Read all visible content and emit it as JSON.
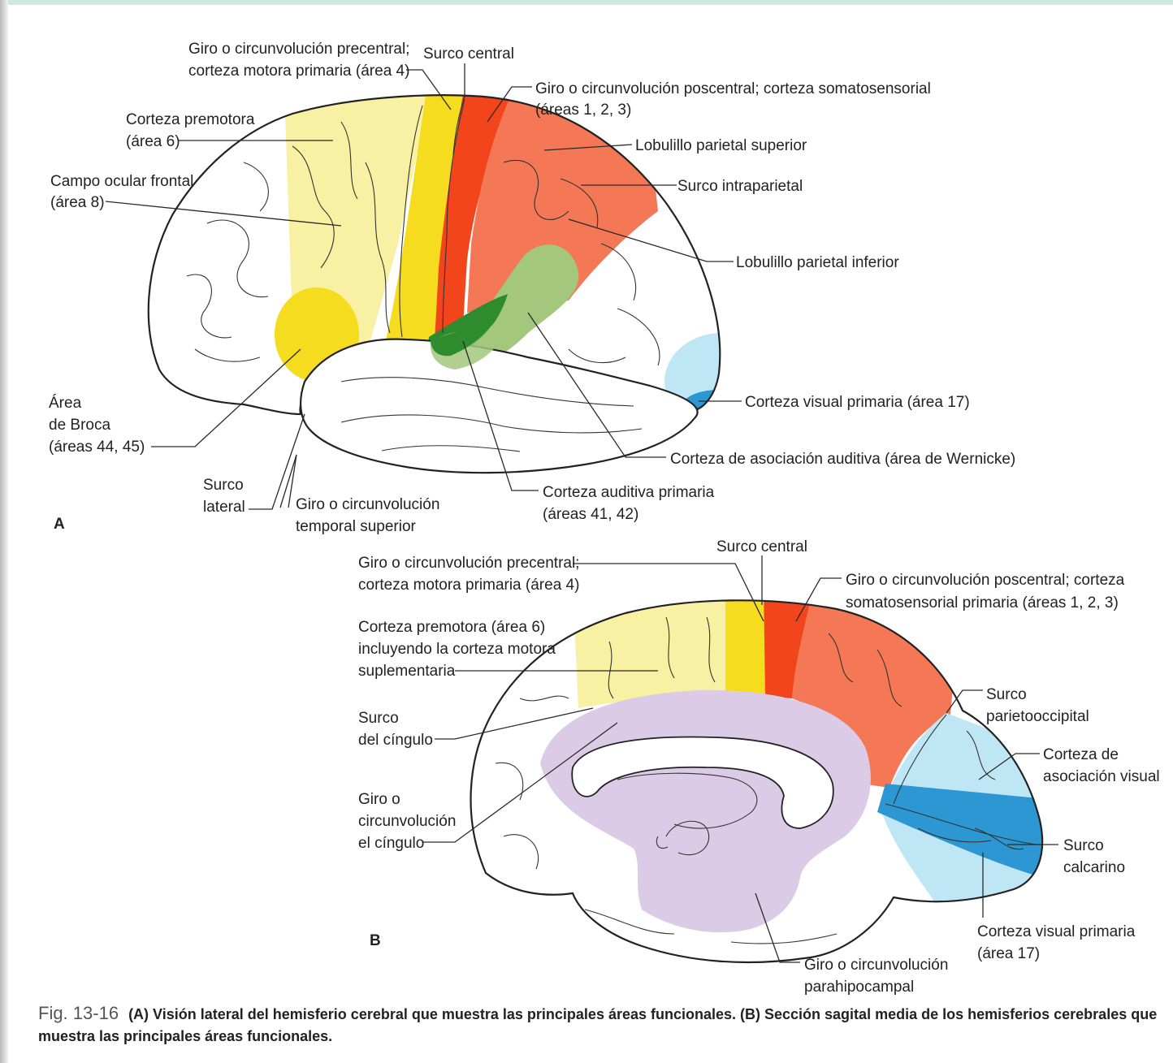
{
  "panel_a": {
    "letter": "A",
    "labels": {
      "precentral_1": "Giro o circunvolución precentral;",
      "precentral_2": "corteza motora primaria (área 4)",
      "central_sulcus": "Surco central",
      "postcentral_1": "Giro o circunvolución poscentral; corteza somatosensorial",
      "postcentral_2": "(áreas 1, 2, 3)",
      "premotor_1": "Corteza premotora",
      "premotor_2": "(área 6)",
      "superior_parietal": "Lobulillo parietal superior",
      "intraparietal": "Surco intraparietal",
      "frontal_eye_1": "Campo ocular frontal",
      "frontal_eye_2": "(área 8)",
      "inferior_parietal": "Lobulillo parietal inferior",
      "broca_1": "Área",
      "broca_2": "de Broca",
      "broca_3": "(áreas 44, 45)",
      "visual_primary": "Corteza visual primaria (área 17)",
      "wernicke": "Corteza de asociación auditiva (área de Wernicke)",
      "lateral_1": "Surco",
      "lateral_2": "lateral",
      "sup_temporal_1": "Giro o circunvolución",
      "sup_temporal_2": "temporal superior",
      "auditory_1": "Corteza auditiva primaria",
      "auditory_2": "(áreas 41, 42)"
    }
  },
  "panel_b": {
    "letter": "B",
    "labels": {
      "central_sulcus": "Surco central",
      "precentral_1": "Giro o circunvolución precentral;",
      "precentral_2": "corteza motora primaria (área 4)",
      "postcentral_1": "Giro o circunvolución poscentral; corteza",
      "postcentral_2": "somatosensorial primaria (áreas 1, 2, 3)",
      "premotor_1": "Corteza premotora (área 6)",
      "premotor_2": "incluyendo la corteza motora",
      "premotor_3": "suplementaria",
      "cingulate_sulcus_1": "Surco",
      "cingulate_sulcus_2": "del cíngulo",
      "parieto_occipital_1": "Surco",
      "parieto_occipital_2": "parietooccipital",
      "visual_assoc_1": "Corteza de",
      "visual_assoc_2": "asociación visual",
      "cingulate_gyrus_1": "Giro o",
      "cingulate_gyrus_2": "circunvolución",
      "cingulate_gyrus_3": "el cíngulo",
      "calcarine_1": "Surco",
      "calcarine_2": "calcarino",
      "visual_primary_1": "Corteza visual primaria",
      "visual_primary_2": "(área 17)",
      "parahippocampal_1": "Giro o circunvolución",
      "parahippocampal_2": "parahipocampal"
    }
  },
  "caption": {
    "fig_number": "Fig. 13-16",
    "text": "(A) Visión lateral del hemisferio cerebral que muestra las principales áreas funcionales. (B) Sección sagital media de los hemisferios cerebrales que muestra las principales áreas funcionales."
  },
  "colors": {
    "premotor": "#f8f0a2",
    "motor": "#f5dc1e",
    "somatosensory": "#f2451c",
    "parietal": "#f47855",
    "wernicke": "#a3c77c",
    "auditory": "#2e8c2e",
    "visual_light": "#bfe6f5",
    "visual_primary": "#2c97d3",
    "cingulate": "#dccbe6"
  }
}
